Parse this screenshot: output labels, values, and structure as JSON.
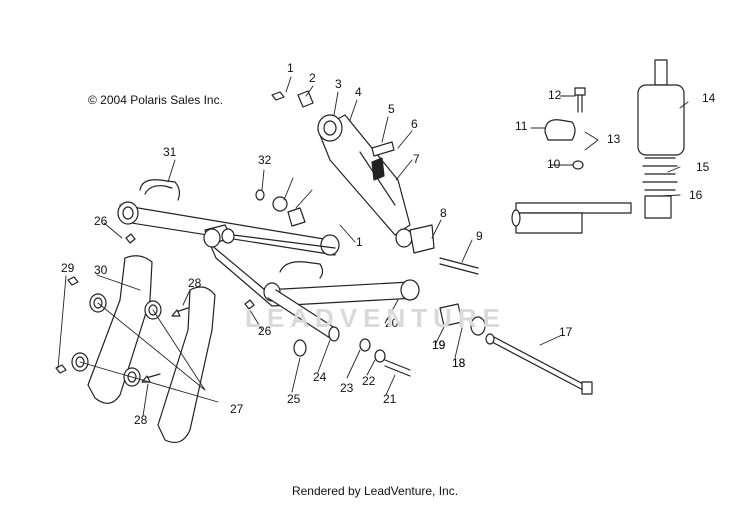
{
  "copyright": "© 2004 Polaris Sales Inc.",
  "footer": "Rendered by LeadVenture, Inc.",
  "watermark": "LEADVENTURE",
  "callouts": [
    "1",
    "2",
    "3",
    "4",
    "5",
    "6",
    "7",
    "8",
    "9",
    "10",
    "11",
    "12",
    "13",
    "14",
    "15",
    "16",
    "17",
    "18",
    "19",
    "20",
    "21",
    "22",
    "23",
    "24",
    "25",
    "26",
    "27",
    "28",
    "29",
    "30",
    "31",
    "32",
    "26",
    "28",
    "19",
    "18",
    "1"
  ],
  "colors": {
    "line": "#222222",
    "watermark": "#d9d9d9"
  }
}
